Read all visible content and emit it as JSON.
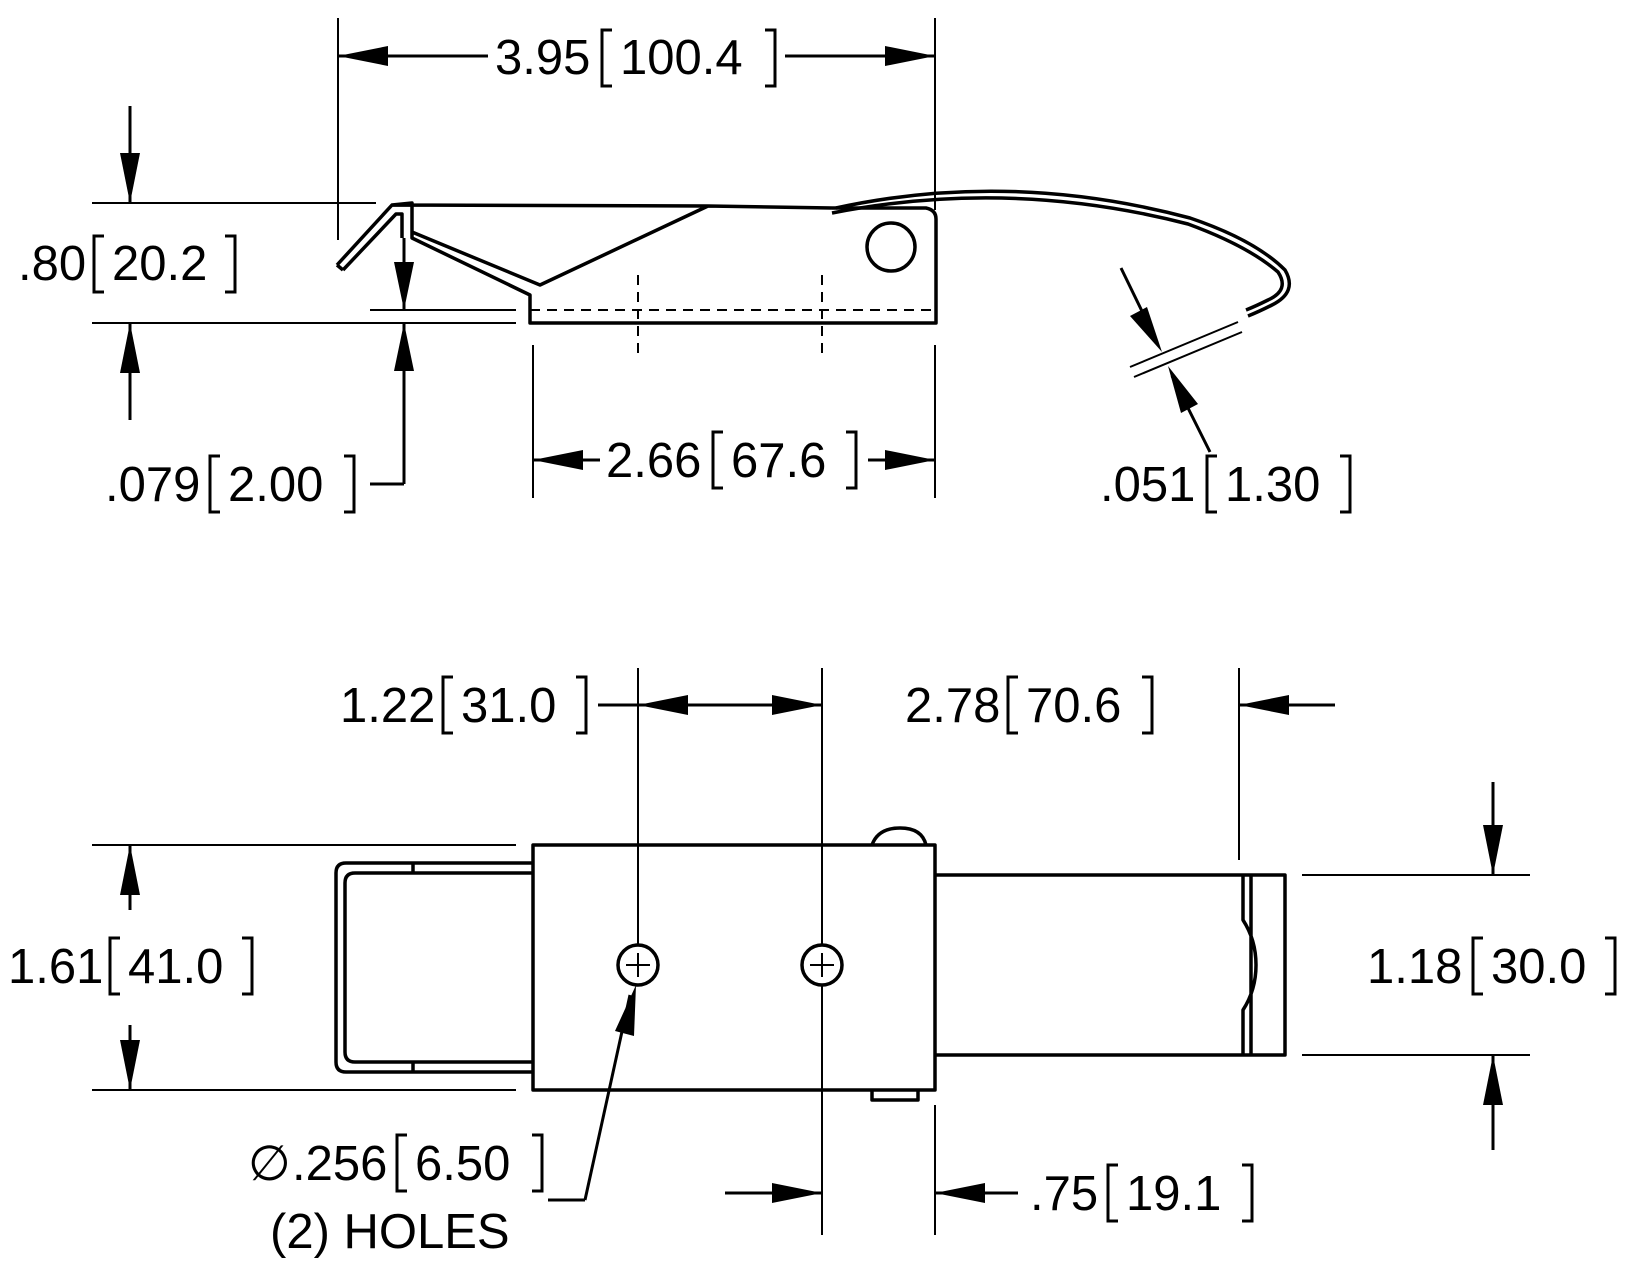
{
  "dimensions": {
    "overall_length": {
      "in": "3.95",
      "mm": "100.4"
    },
    "height": {
      "in": ".80",
      "mm": "20.2"
    },
    "material_thickness": {
      "in": ".079",
      "mm": "2.00"
    },
    "base_length": {
      "in": "2.66",
      "mm": "67.6"
    },
    "wire_diameter": {
      "in": ".051",
      "mm": "1.30"
    },
    "hole_spacing": {
      "in": "1.22",
      "mm": "31.0"
    },
    "hole_to_wire_end": {
      "in": "2.78",
      "mm": "70.6"
    },
    "base_width": {
      "in": "1.61",
      "mm": "41.0"
    },
    "bail_width": {
      "in": "1.18",
      "mm": "30.0"
    },
    "hole_to_base_end": {
      "in": ".75",
      "mm": "19.1"
    },
    "hole_diameter": {
      "symbol": "∅",
      "in": ".256",
      "mm": "6.50",
      "note": "(2) HOLES"
    }
  }
}
